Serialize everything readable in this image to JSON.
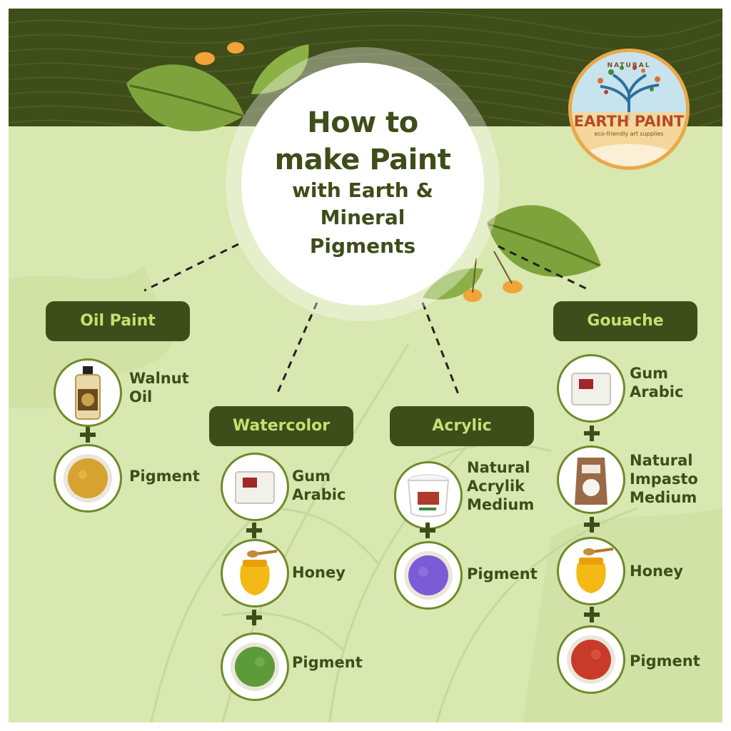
{
  "title": {
    "line1": "How to",
    "line2": "make Paint",
    "line3": "with Earth &",
    "line4": "Mineral",
    "line5": "Pigments"
  },
  "logo": {
    "top_text": "NATURAL",
    "brand": "EARTH PAINT",
    "tagline": "eco-friendly art supplies"
  },
  "plus_sign": "+",
  "columns": [
    {
      "header": "Oil Paint",
      "items": [
        {
          "label": "Walnut\nOil",
          "icon": "oil-bottle"
        },
        {
          "label": "Pigment",
          "icon": "pigment-ochre"
        }
      ]
    },
    {
      "header": "Watercolor",
      "items": [
        {
          "label": "Gum\nArabic",
          "icon": "gum-arabic-bag"
        },
        {
          "label": "Honey",
          "icon": "honey-jar"
        },
        {
          "label": "Pigment",
          "icon": "pigment-green"
        }
      ]
    },
    {
      "header": "Acrylic",
      "items": [
        {
          "label": "Natural\nAcrylik\nMedium",
          "icon": "acrylic-medium-tub"
        },
        {
          "label": "Pigment",
          "icon": "pigment-violet"
        }
      ]
    },
    {
      "header": "Gouache",
      "items": [
        {
          "label": "Gum\nArabic",
          "icon": "gum-arabic-bag"
        },
        {
          "label": "Natural\nImpasto\nMedium",
          "icon": "impasto-medium-pouch"
        },
        {
          "label": "Honey",
          "icon": "honey-jar"
        },
        {
          "label": "Pigment",
          "icon": "pigment-red"
        }
      ]
    }
  ],
  "colors": {
    "background": "#d9e7b0",
    "dark_green": "#3e4d19",
    "header_text": "#c8df72",
    "ring": "#6d8b2a",
    "accent_orange": "#f2a33a"
  }
}
